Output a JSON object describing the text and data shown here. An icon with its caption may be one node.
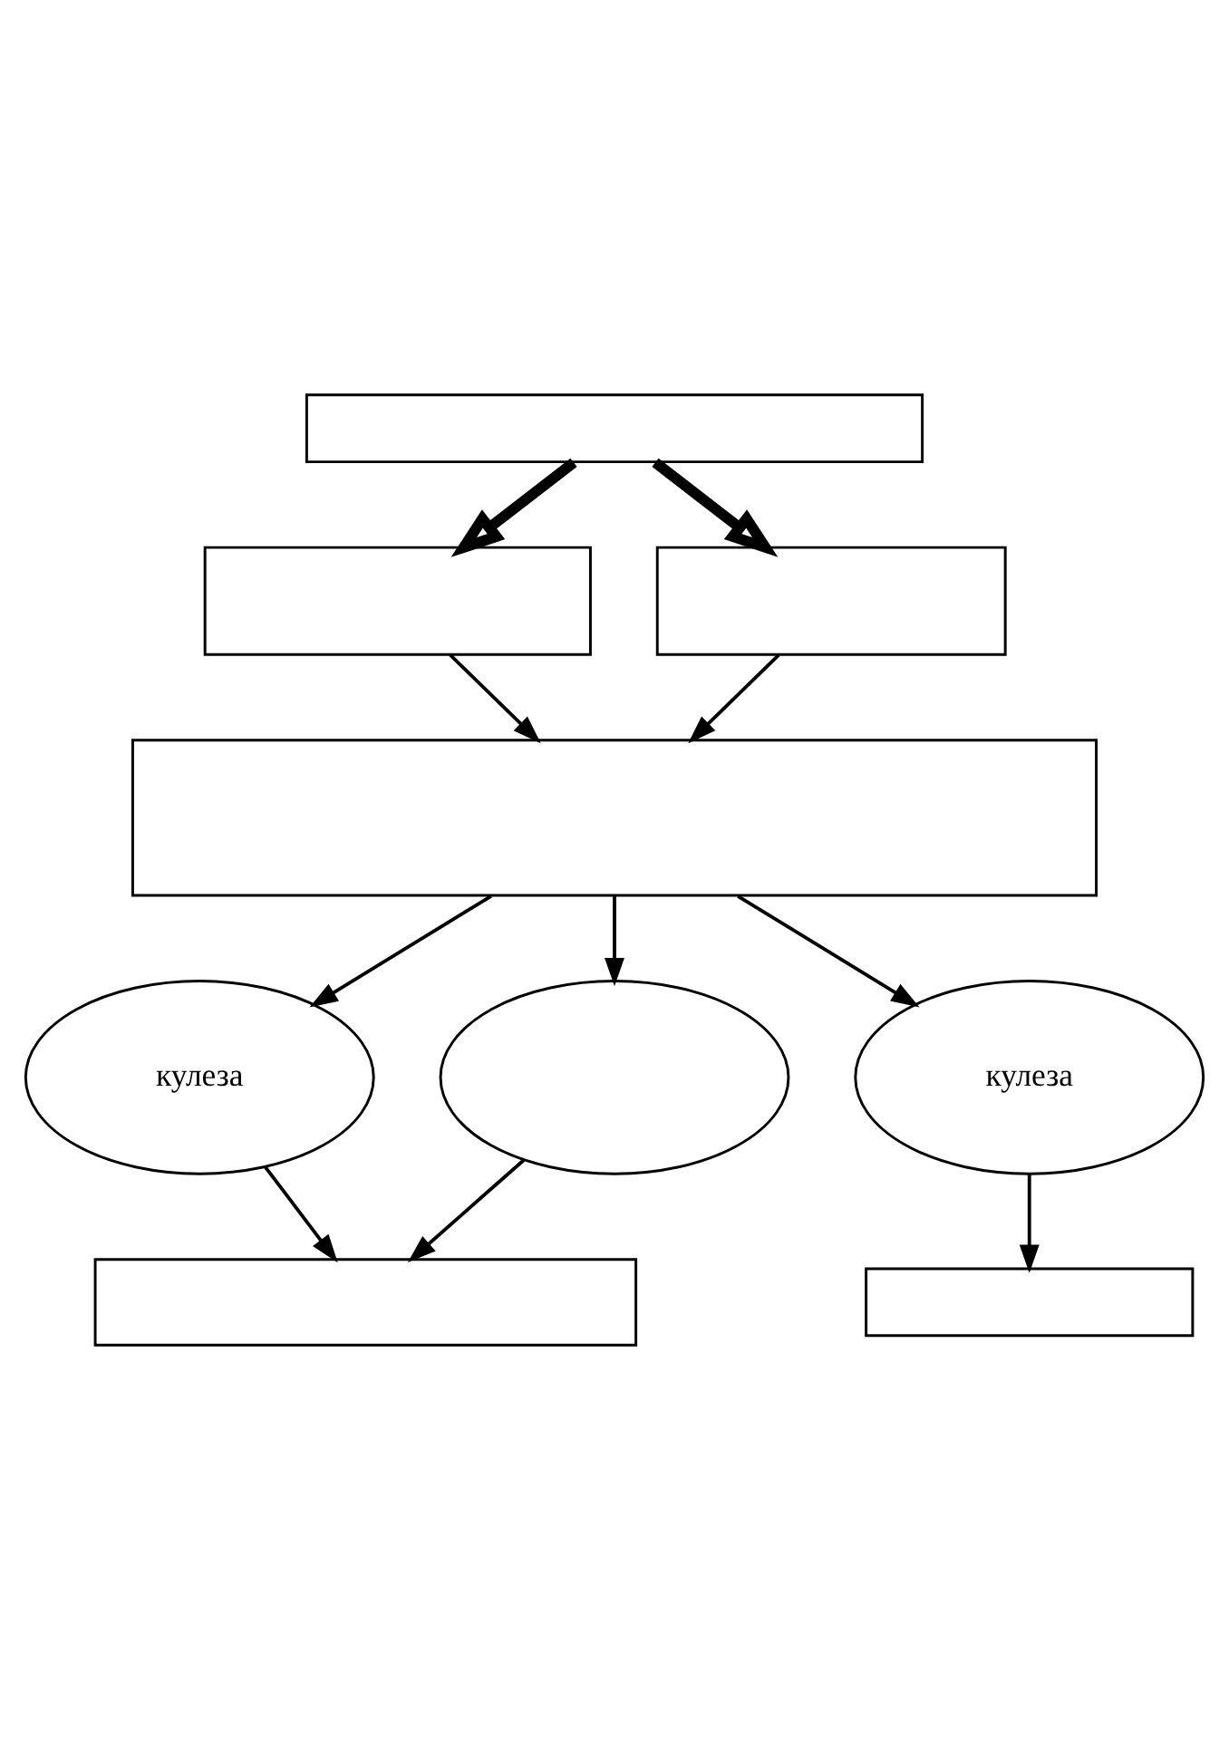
{
  "diagram": {
    "nodes": [
      {
        "text": [],
        "shape": "box"
      },
      {
        "text": [],
        "shape": "box"
      },
      {
        "text": [],
        "shape": "box"
      },
      {
        "text": [],
        "shape": "box"
      },
      {
        "text": [
          "кулеза"
        ]
      },
      {
        "text": [],
        "shape": "ellipse"
      },
      {
        "text": [
          "кулеза"
        ]
      },
      {
        "text": [],
        "shape": "box"
      },
      {
        "text": [],
        "shape": "box"
      }
    ],
    "edges": [
      {
        "from": 0,
        "to": 1,
        "arrow": "to",
        "style": "thick"
      },
      {
        "from": 0,
        "to": 2,
        "arrow": "to",
        "style": "thick"
      },
      {
        "from": 1,
        "to": 3,
        "arrow": "to"
      },
      {
        "from": 2,
        "to": 3,
        "arrow": "to"
      },
      {
        "from": 3,
        "to": 4,
        "arrow": "to"
      },
      {
        "from": 3,
        "to": 5,
        "arrow": "to"
      },
      {
        "from": 3,
        "to": 6,
        "arrow": "to"
      },
      {
        "from": 4,
        "to": 7,
        "arrow": "to"
      },
      {
        "from": 5,
        "to": 7,
        "arrow": "to"
      },
      {
        "from": 6,
        "to": 8,
        "arrow": "to"
      }
    ]
  }
}
